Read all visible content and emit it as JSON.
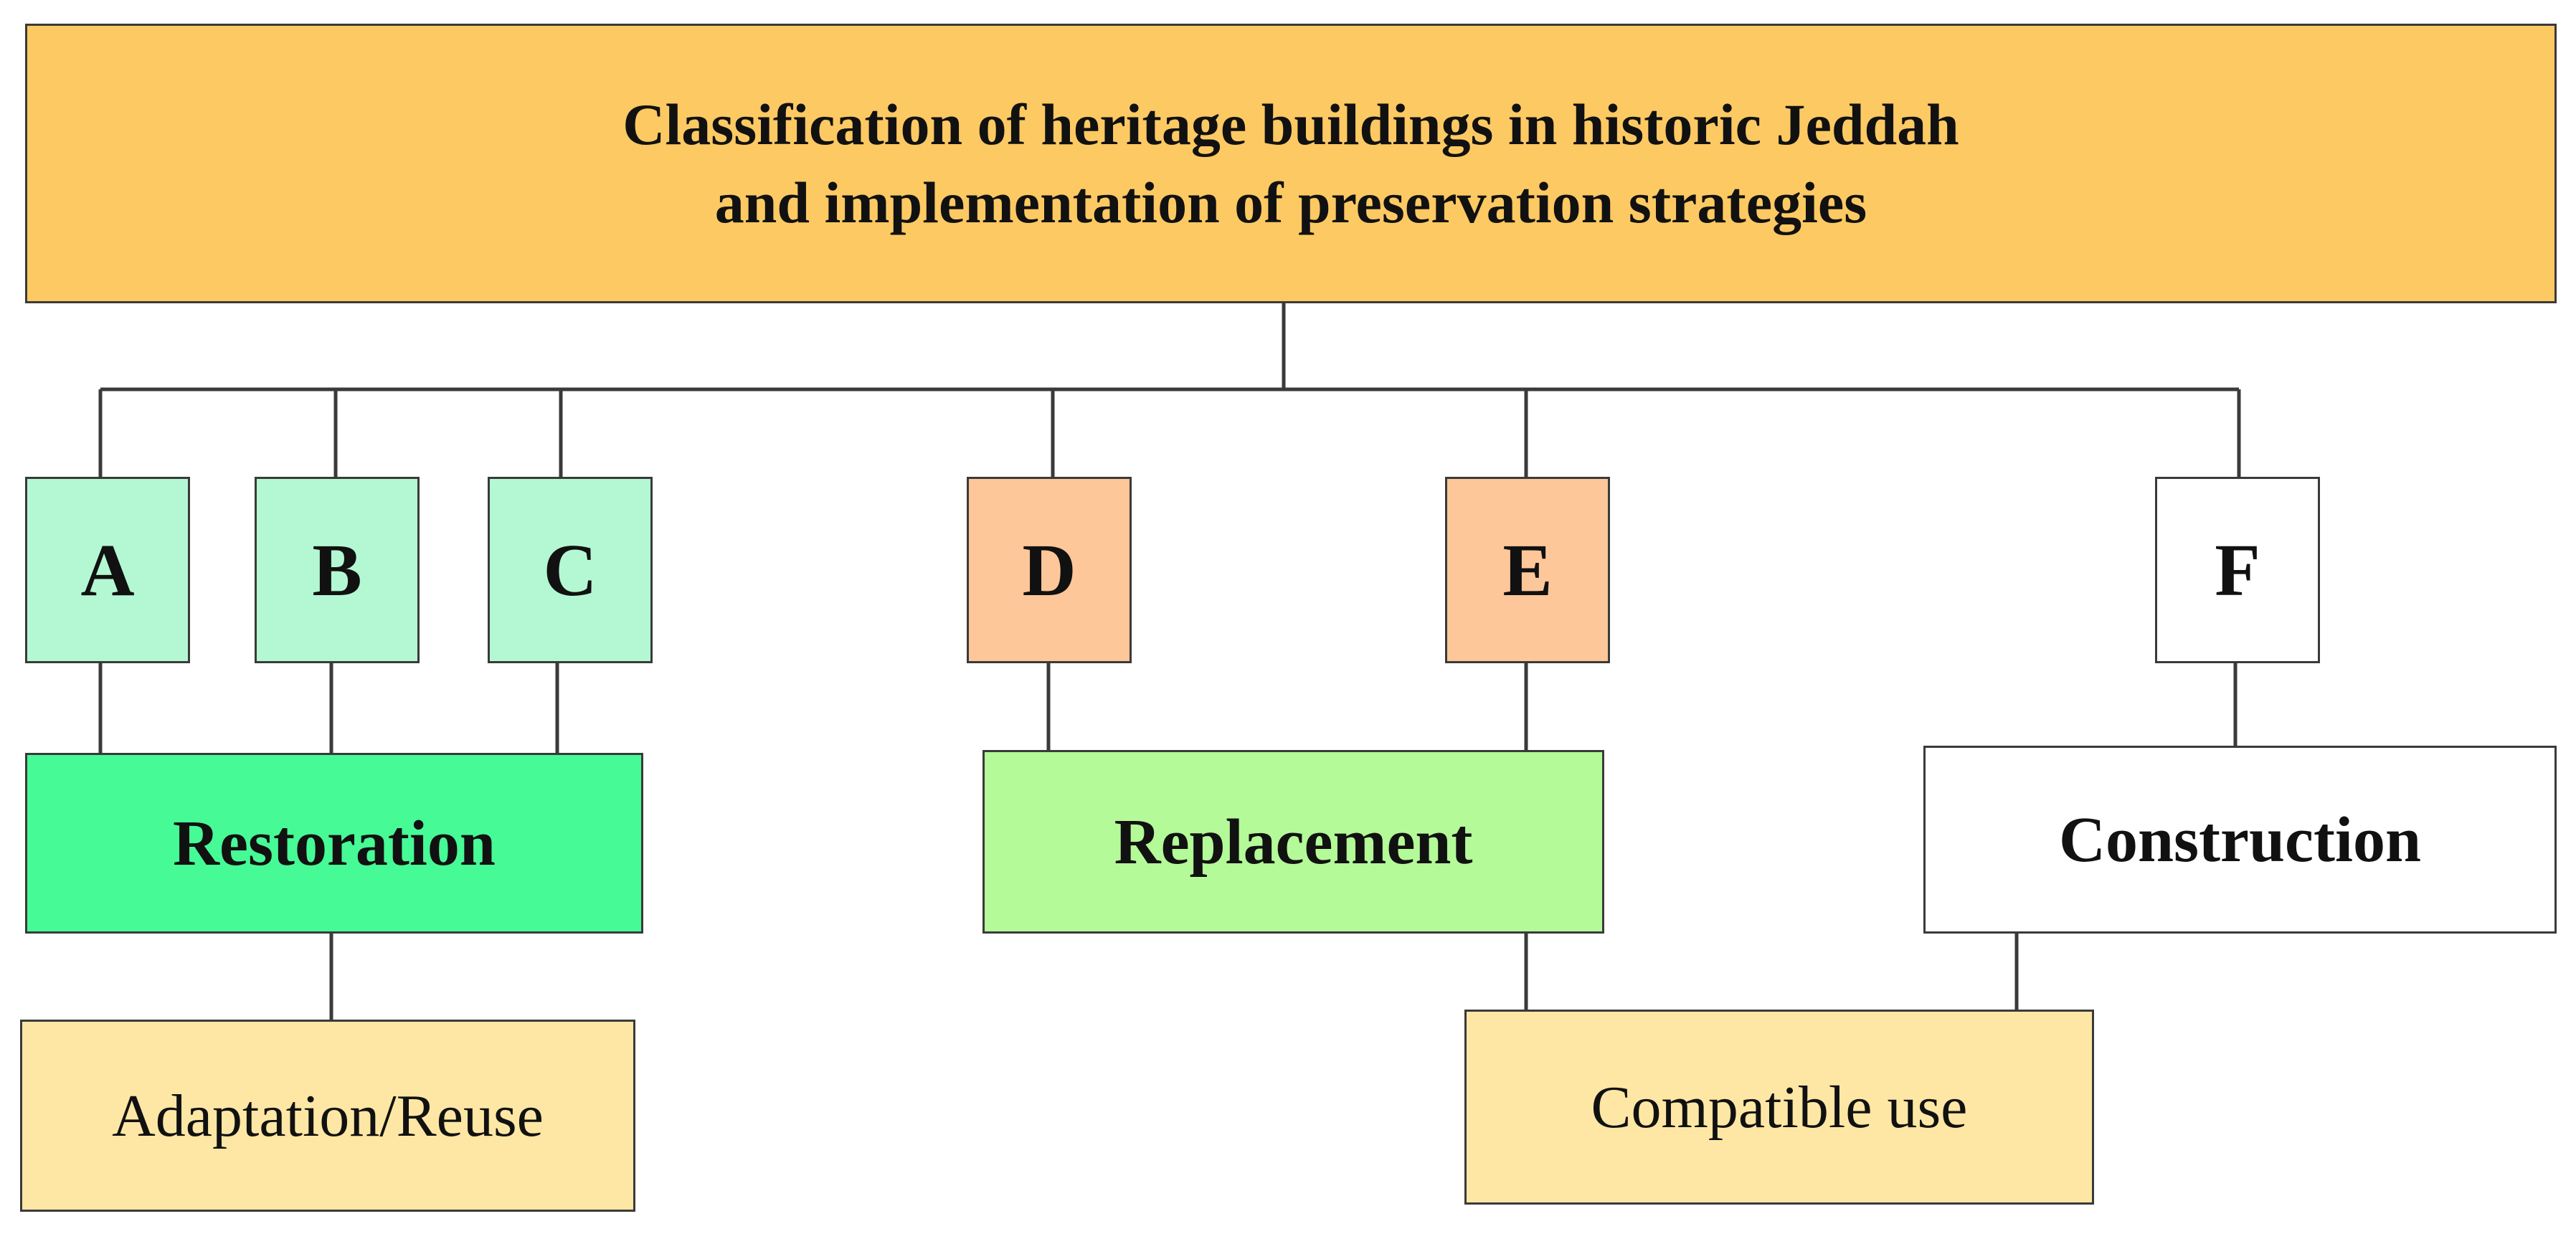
{
  "title": "Classification of heritage buildings in historic Jeddah\nand implementation of preservation strategies",
  "categories": {
    "a": "A",
    "b": "B",
    "c": "C",
    "d": "D",
    "e": "E",
    "f": "F"
  },
  "strategies": {
    "restoration": "Restoration",
    "replacement": "Replacement",
    "construction": "Construction"
  },
  "outcomes": {
    "adaptation": "Adaptation/Reuse",
    "compatible_use": "Compatible use"
  },
  "colors": {
    "title_fill": "#fdc963",
    "abc_fill": "#b3f8d3",
    "de_fill": "#fdc799",
    "f_fill": "#ffffff",
    "restoration_fill": "#46fa96",
    "replacement_fill": "#b4fa98",
    "construction_fill": "#ffffff",
    "outcome_fill": "#fee7a5",
    "line": "#3a3a3a"
  }
}
